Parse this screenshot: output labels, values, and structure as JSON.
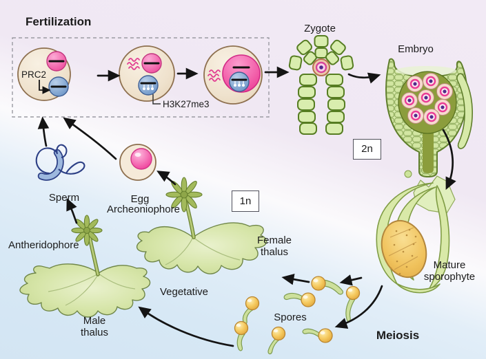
{
  "figure": {
    "fertilization_label": "Fertilization",
    "meiosis_label": "Meiosis",
    "prc2_label": "PRC2",
    "h3k27me3_label": "H3K27me3",
    "zygote_label": "Zygote",
    "embryo_label": "Embryo",
    "diploid_badge": "2n",
    "haploid_badge": "1n",
    "sperm_label": "Sperm",
    "egg_label": "Egg",
    "archegoniophore_label": "Archeoniophore",
    "antheridiophore_label": "Antheridophore",
    "female_thallus_label": "Female\nthalus",
    "male_thallus_label": "Male\nthalus",
    "vegetative_label": "Vegetative",
    "mature_sporophyte_label": "Mature\nsporophyte",
    "spores_label": "Spores"
  },
  "cycle": {
    "transitions": [
      "Fertilization",
      "Meiosis"
    ],
    "phases": [
      {
        "ploidy": "2n",
        "stages": [
          "Zygote",
          "Embryo",
          "Mature sporophyte"
        ]
      },
      {
        "ploidy": "1n",
        "stages": [
          "Spores",
          "Vegetative",
          "Male thalus",
          "Female thalus",
          "Antheridophore",
          "Archeoniophore",
          "Sperm",
          "Egg"
        ]
      }
    ],
    "epigenetics": {
      "complex": "PRC2",
      "mark": "H3K27me3",
      "mark_location": "paternal (blue) chromatin"
    }
  },
  "colors": {
    "background_lavender": "#f1e9f4",
    "background_blue": "#d8e8f5",
    "cell_beige": "#efe2cd",
    "cell_outline": "#8d6f4e",
    "pink_chromatin": "#ee4f9e",
    "blue_chromatin": "#6f97c8",
    "green_cell": "#d9edae",
    "green_outline": "#567d22",
    "olive_interior": "#8b9d3c",
    "embryo_cell_ring": "#ea3d96",
    "nucleus_purple": "#512b8a",
    "capsule_yellow": "#f0c25c",
    "spore_yellow": "#f5c95e",
    "thallus_green": "#d6e5a8",
    "sperm_blue": "#9db8de",
    "arrow_black": "#141414"
  }
}
